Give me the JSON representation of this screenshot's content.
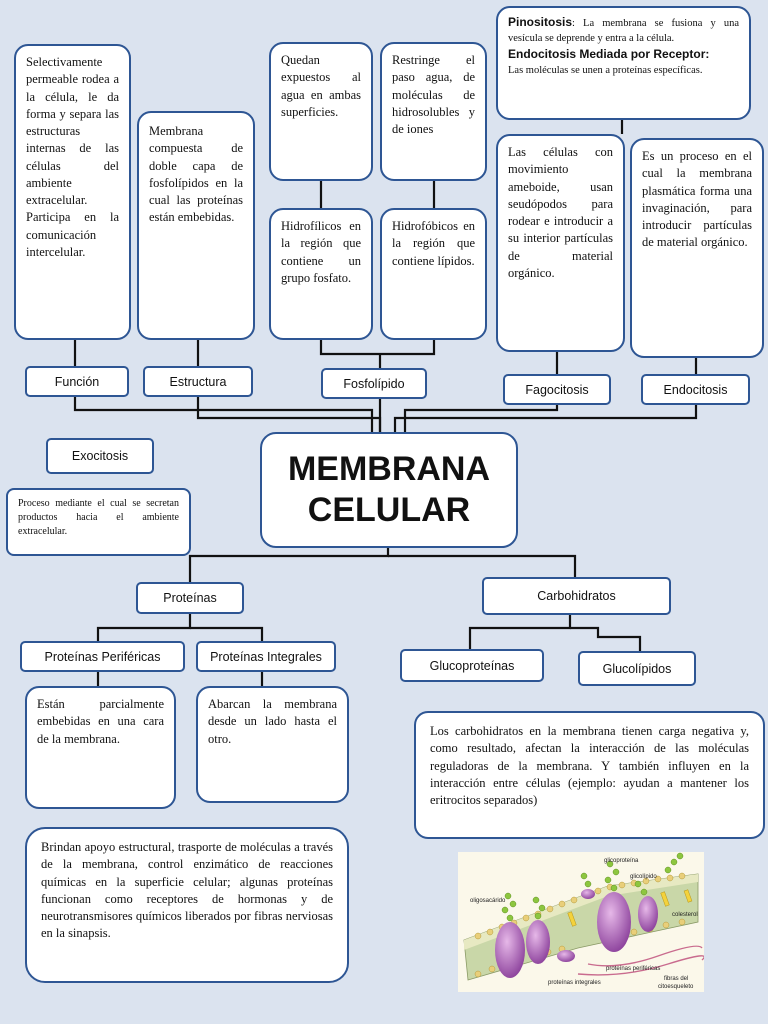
{
  "title": {
    "line1": "MEMBRANA",
    "line2": "CELULAR"
  },
  "labels": {
    "funcion": "Función",
    "estructura": "Estructura",
    "fosfolipido": "Fosfolípido",
    "fagocitosis": "Fagocitosis",
    "endocitosis": "Endocitosis",
    "exocitosis": "Exocitosis",
    "proteinas": "Proteínas",
    "carbohidratos": "Carbohidratos",
    "perifericas": "Proteínas Periféricas",
    "integrales": "Proteínas Integrales",
    "glucoproteinas": "Glucoproteínas",
    "glucolipidos": "Glucolípidos"
  },
  "texts": {
    "funcion": "Selectivamente permeable rodea a la célula, le da forma y separa las estructuras internas de las células del ambiente extracelular. Participa en la comunicación intercelular.",
    "estructura": "Membrana compuesta de doble capa de fosfolípidos en la cual las proteínas están embebidas.",
    "expuestos": "Quedan expuestos al agua en ambas superficies.",
    "restringe": "Restringe el paso agua, de moléculas de hidrosolubles y de iones",
    "hidrofilicos": "Hidrofílicos en la región que contiene un grupo fosfato.",
    "hidrofobicos": "Hidrofóbicos en la región que contiene lípidos.",
    "pinositosis_term": "Pinositosis",
    "pinositosis_text": ": La membrana se fusiona y una vesícula se deprende y entra a la célula.",
    "endocitosis_receptor_term": "Endocitosis Mediada por Receptor:",
    "endocitosis_receptor_text": "Las moléculas se unen a proteínas específicas.",
    "fagocitosis": "Las células con movimiento ameboide, usan seudópodos para rodear e introducir a su interior partículas de material orgánico.",
    "endocitosis": "Es un proceso en el cual la membrana plasmática forma una invaginación, para introducir partículas de material orgánico.",
    "exocitosis": "Proceso mediante el cual se secretan productos hacia el ambiente extracelular.",
    "perifericas": "Están parcialmente embebidas en una cara de la membrana.",
    "integrales": "Abarcan la membrana desde un lado hasta el otro.",
    "proteinas": "Brindan apoyo estructural, trasporte de moléculas a través de la membrana, control enzimático de reacciones químicas en la superficie celular; algunas proteínas funcionan como receptores de hormonas y de neurotransmisores químicos liberados por fibras nerviosas en la sinapsis.",
    "carbohidratos": "Los carbohidratos en la membrana tienen carga negativa y, como resultado, afectan la interacción de las moléculas reguladoras de la membrana. Y también influyen en la interacción entre células (ejemplo: ayudan a mantener los eritrocitos separados)"
  },
  "illustration": {
    "glicoproteina": "glicoproteína",
    "glicolipido": "glicolípido",
    "oligosacarido": "oligosacárido",
    "colesterol": "colesterol",
    "proteinas_perifericas": "proteínas periféricas",
    "proteinas_integrales": "proteínas integrales",
    "fibras_line1": "fibras del",
    "fibras_line2": "citoesqueleto"
  },
  "colors": {
    "background": "#dbe3ef",
    "border": "#2e5694",
    "connector": "#111111"
  }
}
